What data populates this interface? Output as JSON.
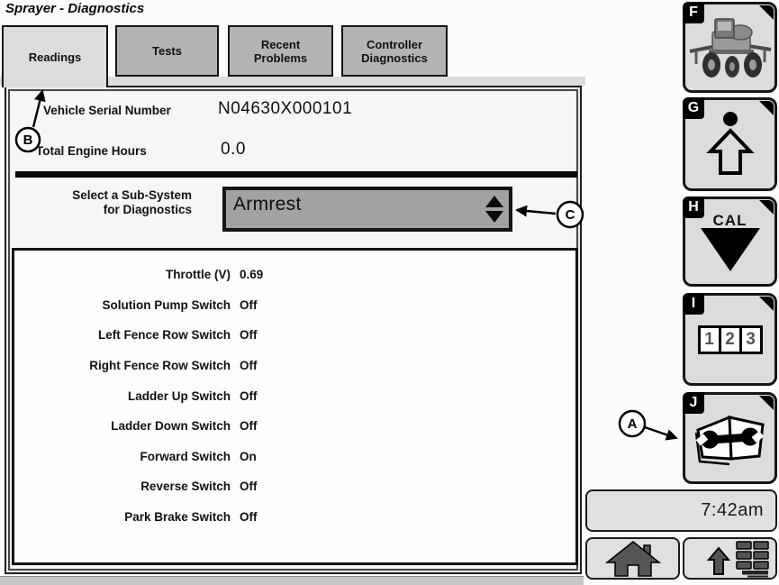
{
  "window": {
    "title": "Sprayer - Diagnostics"
  },
  "tabs": [
    {
      "label": "Readings",
      "active": true
    },
    {
      "label": "Tests",
      "active": false
    },
    {
      "label": "Recent Problems",
      "active": false
    },
    {
      "label": "Controller Diagnostics",
      "active": false
    }
  ],
  "info": {
    "serial_label": "Vehicle Serial Number",
    "serial_value": "N04630X000101",
    "hours_label": "Total Engine Hours",
    "hours_value": "0.0"
  },
  "subsystem": {
    "label_line1": "Select a Sub-System",
    "label_line2": "for Diagnostics",
    "selected": "Armrest"
  },
  "readings": {
    "rows": [
      {
        "label": "Throttle (V)",
        "value": "0.69"
      },
      {
        "label": "Solution Pump Switch",
        "value": "Off"
      },
      {
        "label": "Left Fence Row Switch",
        "value": "Off"
      },
      {
        "label": "Right Fence Row Switch",
        "value": "Off"
      },
      {
        "label": "Ladder Up Switch",
        "value": "Off"
      },
      {
        "label": "Ladder Down Switch",
        "value": "Off"
      },
      {
        "label": "Forward Switch",
        "value": "On"
      },
      {
        "label": "Reverse Switch",
        "value": "Off"
      },
      {
        "label": "Park Brake Switch",
        "value": "Off"
      }
    ]
  },
  "sidebar": {
    "buttons": [
      {
        "key": "F",
        "icon": "sprayer-photo"
      },
      {
        "key": "G",
        "icon": "raise-arrow"
      },
      {
        "key": "H",
        "icon": "cal-triangle",
        "text": "CAL"
      },
      {
        "key": "I",
        "icon": "counter-123",
        "digits": [
          "1",
          "2",
          "3"
        ]
      },
      {
        "key": "J",
        "icon": "service-book-wrench"
      }
    ],
    "clock": "7:42am"
  },
  "callouts": {
    "a": "A",
    "b": "B",
    "c": "C"
  },
  "colors": {
    "tab_active": "#dcdcdc",
    "tab_inactive": "#b4b4b4",
    "dropdown_bg": "#a2a2a2",
    "softkey_bg": "#dcdcdc",
    "border": "#141414",
    "bottom_strip": "#c8c8c8"
  }
}
